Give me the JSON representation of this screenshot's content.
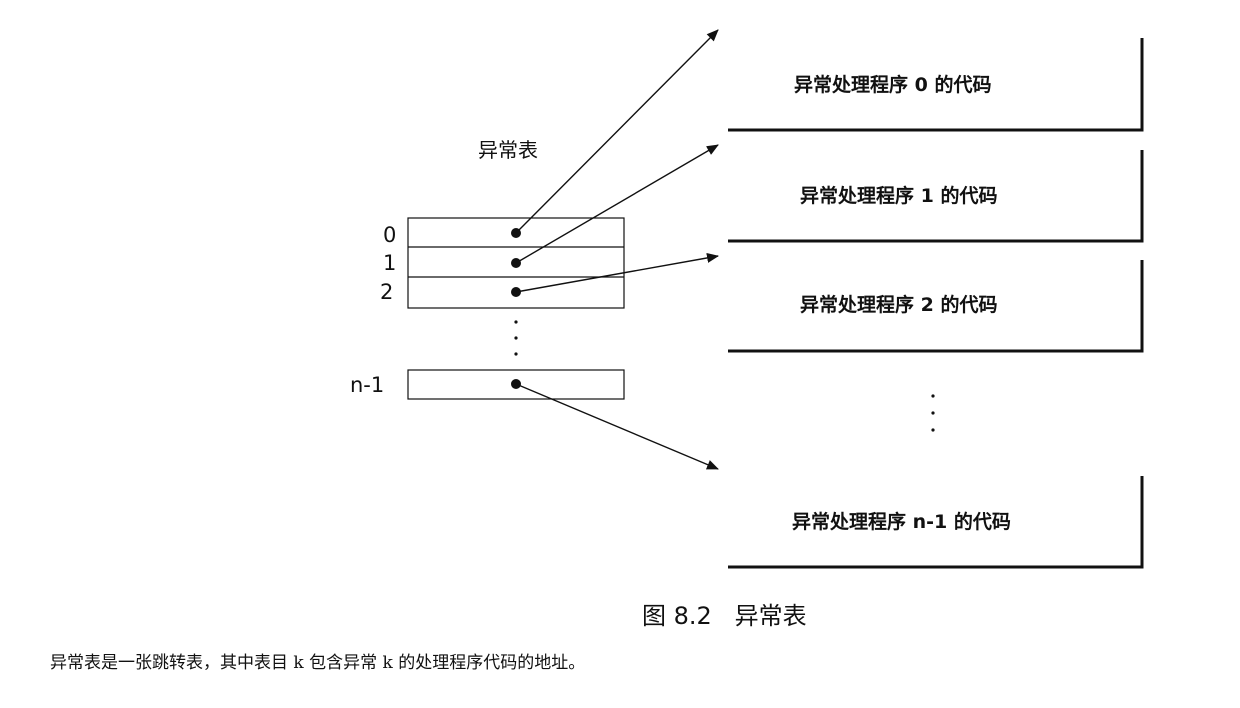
{
  "table": {
    "title": "异常表",
    "rows": [
      "0",
      "1",
      "2",
      "n-1"
    ]
  },
  "handlers": [
    "异常处理程序 0 的代码",
    "异常处理程序 1 的代码",
    "异常处理程序 2 的代码",
    "异常处理程序 n-1 的代码"
  ],
  "figure_caption": "图 8.2   异常表",
  "description": "异常表是一张跳转表，其中表目 k 包含异常 k 的处理程序代码的地址。"
}
